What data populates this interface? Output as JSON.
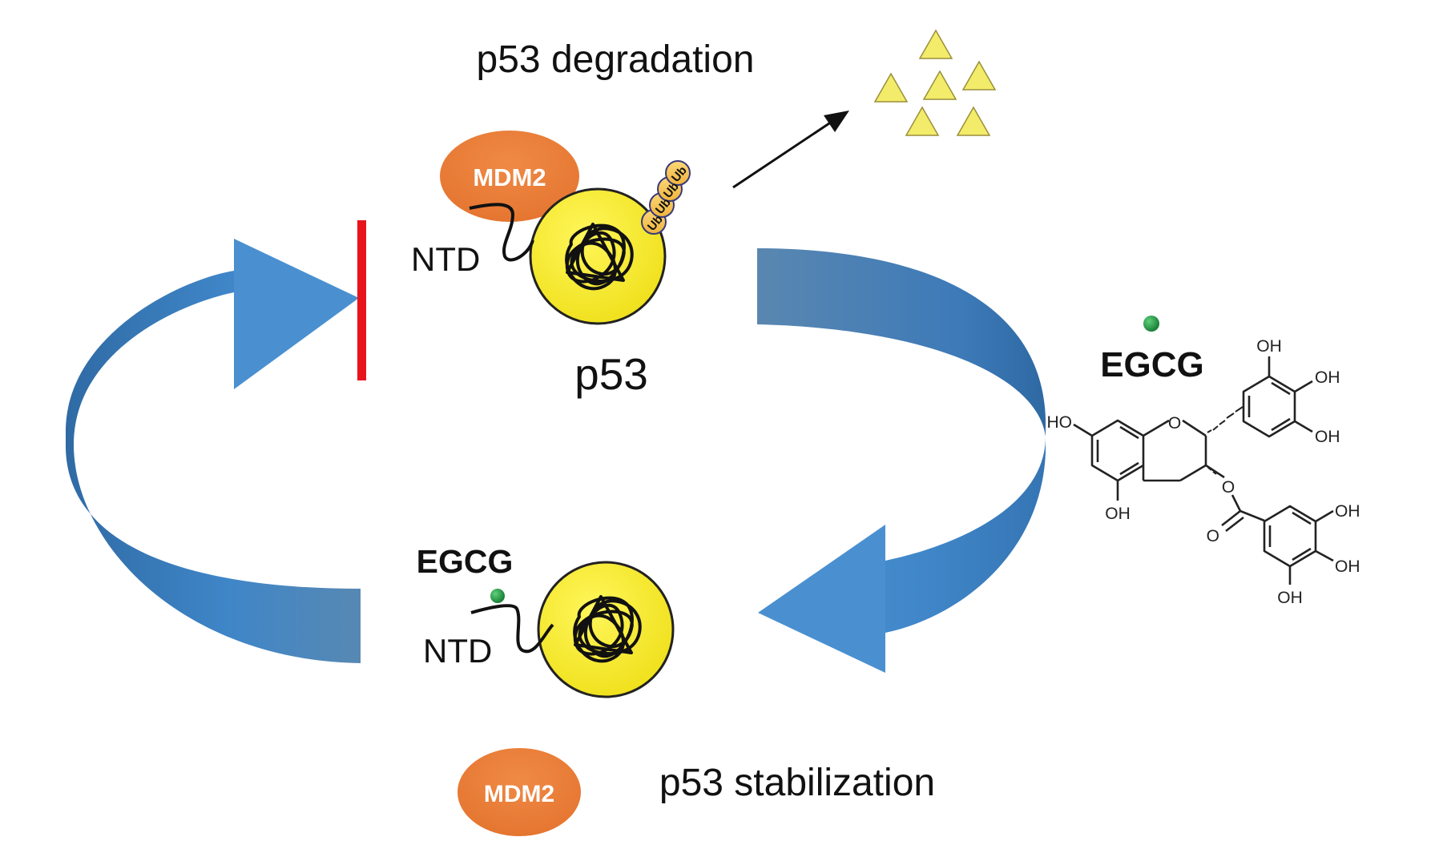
{
  "labels": {
    "degradation": "p53 degradation",
    "stabilization": "p53 stabilization",
    "p53": "p53",
    "ntd_top": "NTD",
    "ntd_bottom": "NTD",
    "egcg_bottom": "EGCG",
    "egcg_right": "EGCG",
    "mdm2_top": "MDM2",
    "mdm2_bottom": "MDM2",
    "ub": "Ub"
  },
  "molecule": {
    "oh_top": "OH",
    "oh_right_upper": "OH",
    "oh_right_lower": "OH",
    "ho_left": "HO",
    "o_ring": "O",
    "oh_bottom_a": "OH",
    "o_ester": "O",
    "o_carbonyl": "O",
    "oh_gallate_top": "OH",
    "oh_gallate_mid": "OH",
    "oh_gallate_bottom": "OH"
  },
  "colors": {
    "arrow_blue": "#3f86c8",
    "inhibition_red": "#e8141c",
    "mdm2_orange": "#ec7a35",
    "p53_yellow": "#f4e81c",
    "degraded_fragment": "#f3ec6a",
    "egcg_green": "#1b8a3c"
  }
}
